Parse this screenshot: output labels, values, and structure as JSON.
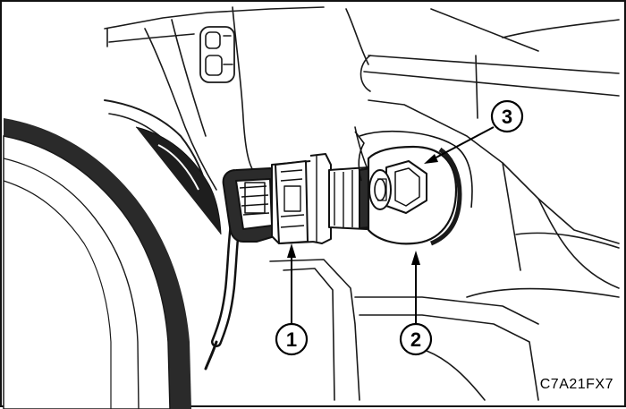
{
  "figure": {
    "code": "C7A21FX7",
    "callouts": [
      {
        "number": "1"
      },
      {
        "number": "2"
      },
      {
        "number": "3"
      }
    ]
  }
}
